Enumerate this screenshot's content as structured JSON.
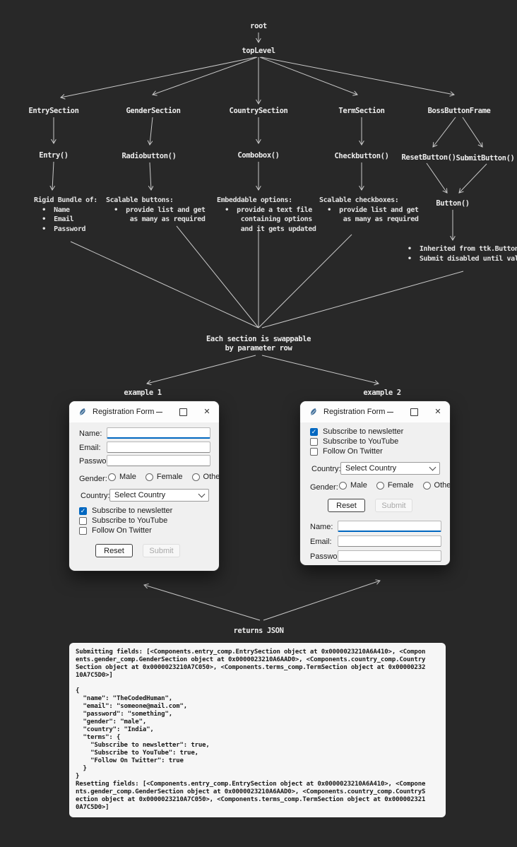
{
  "colors": {
    "accent": "#0067c0",
    "background": "#282828",
    "line": "#c9c9c9",
    "console_bg": "#f6f6f6"
  },
  "diagram": {
    "root": "root",
    "top_level": "topLevel",
    "sections": [
      {
        "name": "EntrySection",
        "widget": "Entry()",
        "desc": [
          "Rigid Bundle of:",
          "  •  Name",
          "  •  Email",
          "  •  Password"
        ]
      },
      {
        "name": "GenderSection",
        "widget": "Radiobutton()",
        "desc": [
          "Scalable buttons:",
          "  •  provide list and get",
          "      as many as required"
        ]
      },
      {
        "name": "CountrySection",
        "widget": "Combobox()",
        "desc": [
          "Embeddable options:",
          "  •  provide a text file",
          "      containing options",
          "      and it gets updated"
        ]
      },
      {
        "name": "TermSection",
        "widget": "Checkbutton()",
        "desc": [
          "Scalable checkboxes:",
          "  •  provide list and get",
          "      as many as required"
        ]
      },
      {
        "name": "BossButtonFrame",
        "reset_widget": "ResetButton()",
        "submit_widget": "SubmitButton()",
        "button_widget": "Button()",
        "desc": [
          "•  Inherited from ttk.Button class",
          "•  Submit disabled until valid"
        ]
      }
    ],
    "swappable_note": [
      "Each section is swappable",
      "by parameter row"
    ],
    "example1_label": "example 1",
    "example2_label": "example 2",
    "returns_label": "returns JSON"
  },
  "chrome": {
    "close_icon": "✕",
    "check_icon": "✓"
  },
  "window1": {
    "title": "Registration Form",
    "fields": {
      "name": "Name:",
      "email": "Email:",
      "password": "Password:"
    },
    "gender": {
      "label": "Gender:",
      "options": [
        "Male",
        "Female",
        "Other"
      ]
    },
    "country": {
      "label": "Country:",
      "value": "Select Country"
    },
    "checkboxes": [
      {
        "label": "Subscribe to newsletter",
        "checked": true
      },
      {
        "label": "Subscribe to YouTube",
        "checked": false
      },
      {
        "label": "Follow On Twitter",
        "checked": false
      }
    ],
    "buttons": {
      "reset": "Reset",
      "submit": "Submit"
    }
  },
  "window2": {
    "title": "Registration Form",
    "fields": {
      "name": "Name:",
      "email": "Email:",
      "password": "Password:"
    },
    "gender": {
      "label": "Gender:",
      "options": [
        "Male",
        "Female",
        "Other"
      ]
    },
    "country": {
      "label": "Country:",
      "value": "Select Country"
    },
    "checkboxes": [
      {
        "label": "Subscribe to newsletter",
        "checked": true
      },
      {
        "label": "Subscribe to YouTube",
        "checked": false
      },
      {
        "label": "Follow On Twitter",
        "checked": false
      }
    ],
    "buttons": {
      "reset": "Reset",
      "submit": "Submit"
    }
  },
  "console": {
    "lines": [
      "Submitting fields: [<Components.entry_comp.EntrySection object at 0x0000023210A6A410>, <Compon",
      "ents.gender_comp.GenderSection object at 0x0000023210A6AAD0>, <Components.country_comp.Country",
      "Section object at 0x0000023210A7C050>, <Components.terms_comp.TermSection object at 0x00000232",
      "10A7C5D0>]",
      "",
      "{",
      "  \"name\": \"TheCodedHuman\",",
      "  \"email\": \"someone@mail.com\",",
      "  \"password\": \"something\",",
      "  \"gender\": \"male\",",
      "  \"country\": \"India\",",
      "  \"terms\": {",
      "    \"Subscribe to newsletter\": true,",
      "    \"Subscribe to YouTube\": true,",
      "    \"Follow On Twitter\": true",
      "  }",
      "}",
      "Resetting fields: [<Components.entry_comp.EntrySection object at 0x0000023210A6A410>, <Compone",
      "nts.gender_comp.GenderSection object at 0x0000023210A6AAD0>, <Components.country_comp.CountryS",
      "ection object at 0x0000023210A7C050>, <Components.terms_comp.TermSection object at 0x000002321",
      "0A7C5D0>]"
    ]
  }
}
